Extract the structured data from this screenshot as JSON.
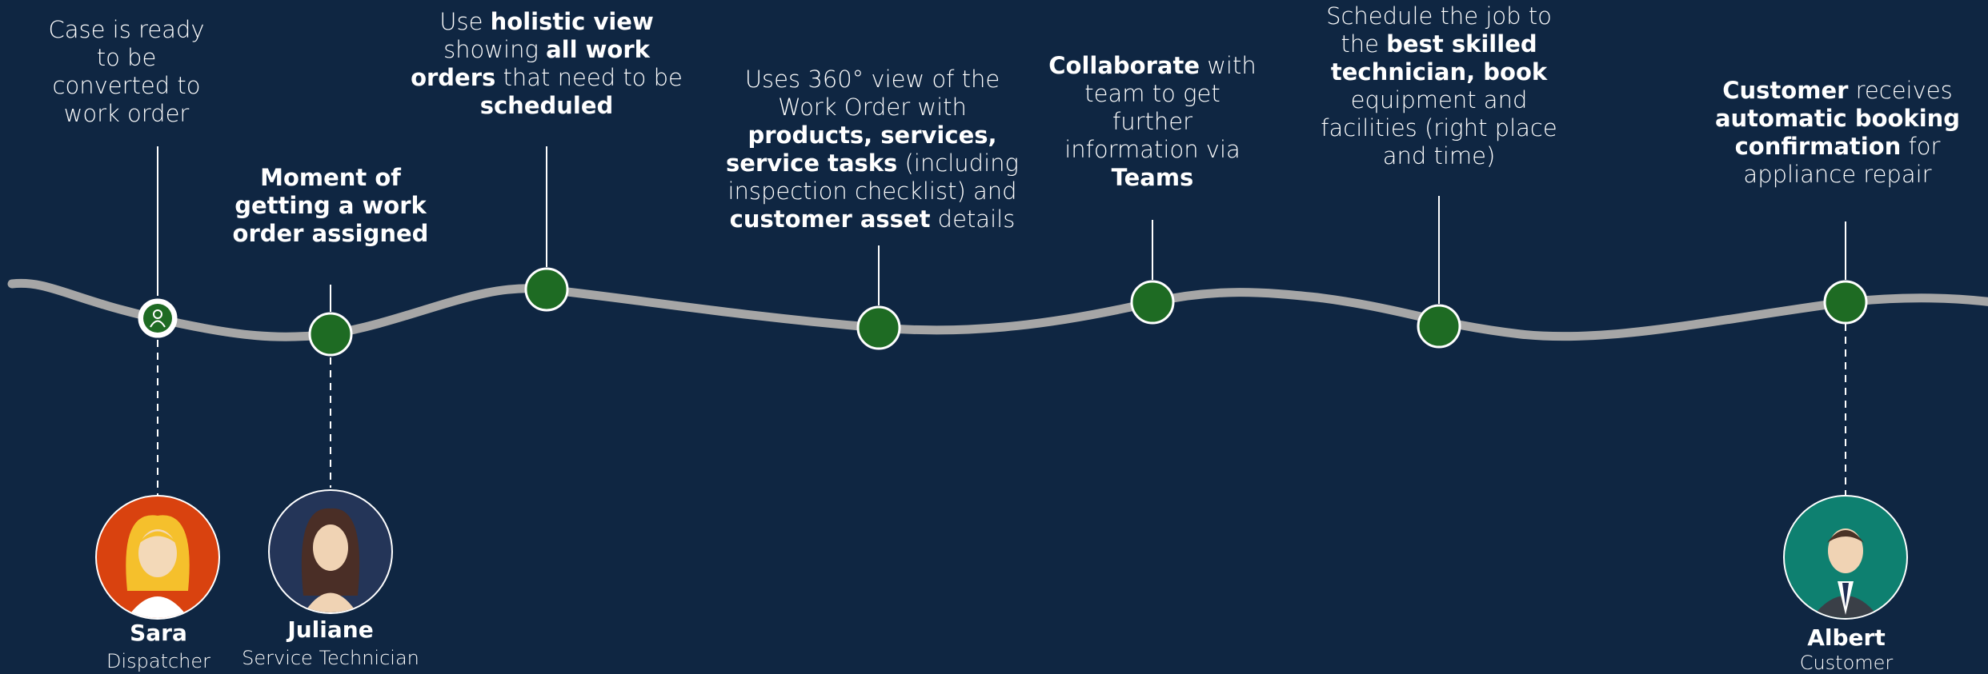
{
  "colors": {
    "background": "#0f2642",
    "track": "#a6a6a6",
    "node": "#1e6b23",
    "node_border": "#ffffff",
    "avatar_sara_bg": "#d9420f",
    "avatar_juliane_bg": "#243558",
    "avatar_albert_bg": "#0e8070"
  },
  "steps": [
    {
      "id": "s1",
      "icon": "person-icon",
      "parts": [
        [
          "Case is ready\nto be\nconverted to\nwork order",
          false
        ]
      ]
    },
    {
      "id": "s2",
      "parts": [
        [
          "Moment of\ngetting a work\norder assigned",
          true
        ]
      ]
    },
    {
      "id": "s3",
      "parts": [
        [
          "Use ",
          false
        ],
        [
          "holistic view",
          true
        ],
        [
          "\nshowing ",
          false
        ],
        [
          "all work\norders",
          true
        ],
        [
          " that need to be\n",
          false
        ],
        [
          "scheduled",
          true
        ]
      ]
    },
    {
      "id": "s4",
      "parts": [
        [
          "Uses 360° view of the\nWork Order with\n",
          false
        ],
        [
          "products, services,\nservice tasks",
          true
        ],
        [
          " (including\ninspection checklist) and\n",
          false
        ],
        [
          "customer asset",
          true
        ],
        [
          " details",
          false
        ]
      ]
    },
    {
      "id": "s5",
      "parts": [
        [
          "Collaborate",
          true
        ],
        [
          " with\nteam to get\nfurther\ninformation via\n",
          false
        ],
        [
          "Teams",
          true
        ]
      ]
    },
    {
      "id": "s6",
      "parts": [
        [
          "Schedule the job to\nthe ",
          false
        ],
        [
          "best skilled\ntechnician, book",
          true
        ],
        [
          "\nequipment and\nfacilities (right place\nand time)",
          false
        ]
      ]
    },
    {
      "id": "s7",
      "parts": [
        [
          "Customer",
          true
        ],
        [
          " receives\n",
          false
        ],
        [
          "automatic booking\nconfirmation",
          true
        ],
        [
          " for\nappliance repair",
          false
        ]
      ]
    }
  ],
  "personas": [
    {
      "id": "sara",
      "name": "Sara",
      "role": "Dispatcher"
    },
    {
      "id": "juliane",
      "name": "Juliane",
      "role": "Service Technician"
    },
    {
      "id": "albert",
      "name": "Albert",
      "role": "Customer"
    }
  ]
}
